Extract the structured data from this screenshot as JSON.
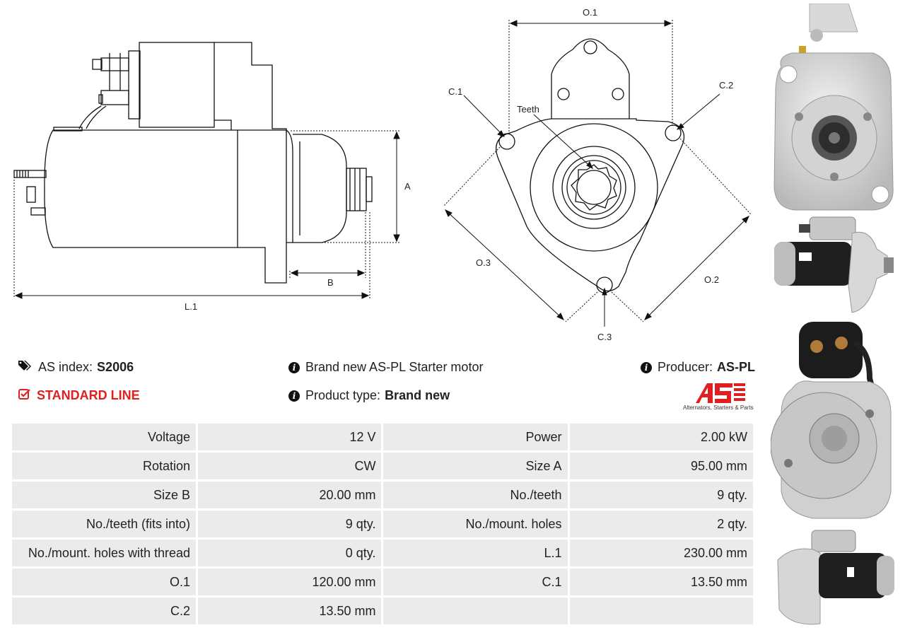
{
  "drawing": {
    "labels": {
      "o1": "O.1",
      "o2": "O.2",
      "o3": "O.3",
      "c1": "C.1",
      "c2": "C.2",
      "c3": "C.3",
      "teeth": "Teeth",
      "a": "A",
      "b": "B",
      "l1": "L.1"
    }
  },
  "info": {
    "as_index_label": "AS index:",
    "as_index_value": "S2006",
    "standard_line": "STANDARD LINE",
    "description": "Brand new AS-PL Starter motor",
    "product_type_label": "Product type:",
    "product_type_value": "Brand new",
    "producer_label": "Producer:",
    "producer_value": "AS-PL",
    "logo_text": "AS",
    "logo_sub": "Alternators, Starters & Parts"
  },
  "specs": [
    [
      "Voltage",
      "12 V",
      "Power",
      "2.00 kW"
    ],
    [
      "Rotation",
      "CW",
      "Size A",
      "95.00 mm"
    ],
    [
      "Size B",
      "20.00 mm",
      "No./teeth",
      "9 qty."
    ],
    [
      "No./teeth (fits into)",
      "9 qty.",
      "No./mount. holes",
      "2 qty."
    ],
    [
      "No./mount. holes with thread",
      "0 qty.",
      "L.1",
      "230.00 mm"
    ],
    [
      "O.1",
      "120.00 mm",
      "C.1",
      "13.50 mm"
    ],
    [
      "C.2",
      "13.50 mm",
      "",
      ""
    ]
  ],
  "colors": {
    "accent_red": "#e02020",
    "cell_bg": "#ebebeb"
  }
}
